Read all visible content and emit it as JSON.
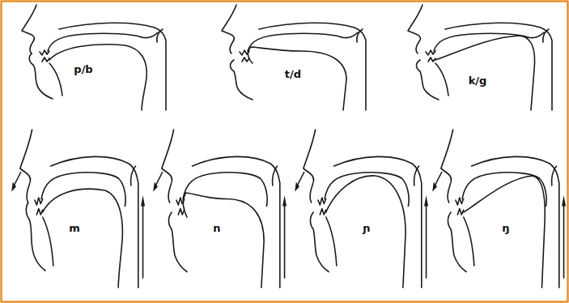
{
  "diagram": {
    "labels": [
      "p/b",
      "t/d",
      "k/g",
      "m",
      "n",
      "ɲ",
      "ŋ"
    ]
  }
}
